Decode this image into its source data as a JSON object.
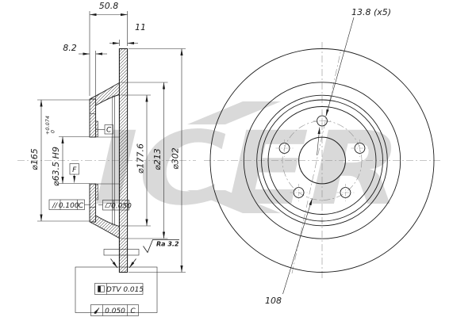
{
  "watermark": {
    "text": "ICER",
    "color": "#d9d9d9"
  },
  "section_view": {
    "dim_overall_height": "50.8",
    "dim_band_thickness": "11",
    "dim_flange_thickness": "8.2",
    "dim_flange_od": "⌀165",
    "dim_bore": "⌀63.5 H9",
    "bore_tol_upper": "+0.074",
    "bore_tol_lower": "0",
    "dim_hat_dia": "⌀177.6",
    "dim_braking_inner_dia": "⌀213",
    "dim_outer_dia": "⌀302",
    "datum_c": "C",
    "datum_f": "F",
    "parallelism": {
      "symbol": "//",
      "value": "0.100",
      "datum": "C"
    },
    "flatness": {
      "value": "0.050"
    },
    "surface_roughness": "Ra 3.2",
    "dtv": {
      "label": "DTV 0.015"
    },
    "runout": {
      "value": "0.050",
      "datum": "C"
    }
  },
  "face_view": {
    "dim_bolt_holes": "13.8 (x5)",
    "dim_pcd": "108"
  },
  "colors": {
    "line": "#1c1c1c",
    "centerline": "#8f8f8f",
    "watermark": "#d9d9d9"
  }
}
